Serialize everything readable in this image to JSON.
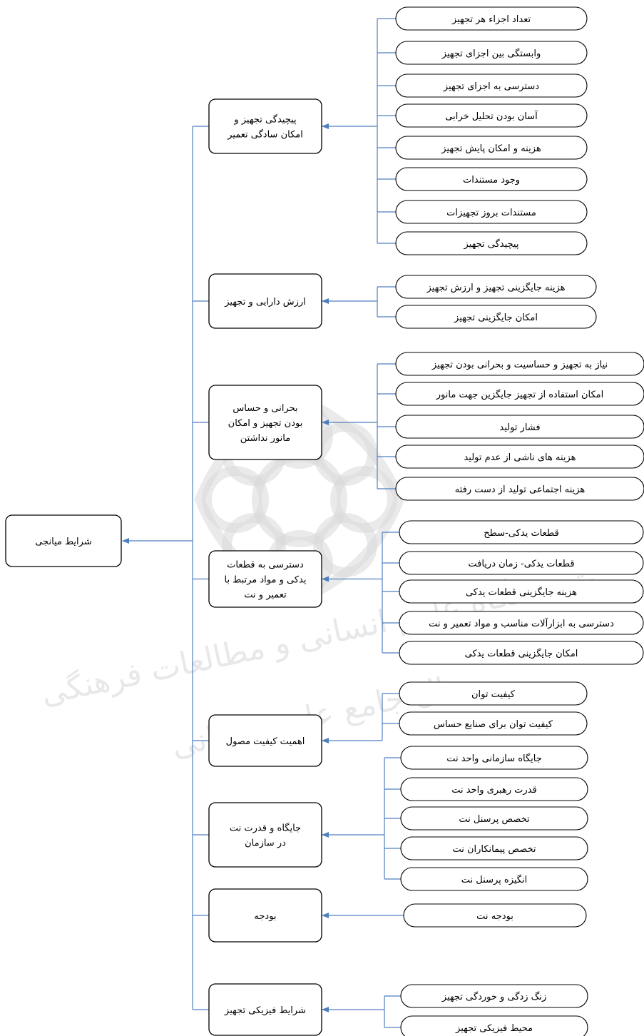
{
  "root": {
    "label": "شرایط میانجی"
  },
  "categories": [
    {
      "lines": [
        "پیچیدگی تجهیز و",
        "امکان سادگی تعمیر"
      ],
      "leaves": [
        "تعداد اجزاء هر تجهیز",
        "وابستگی بین اجزای تجهیز",
        "دسترسی به اجزای تجهیز",
        "آسان بودن تحلیل خرابی",
        "هزینه و امکان پایش تجهیز",
        "وجود مستندات",
        "مستندات بروز تجهیزات",
        "پیچیدگی تجهیز"
      ]
    },
    {
      "lines": [
        "ارزش دارایی و تجهیز"
      ],
      "leaves": [
        "هزینه جایگزینی تجهیز و ارزش تجهیز",
        "امکان جایگزینی تجهیز"
      ]
    },
    {
      "lines": [
        "بحرانی و حساس",
        "بودن تجهیز و امکان",
        "مانور نداشتن"
      ],
      "leaves": [
        "نیاز به تجهیز و حساسیت و بحرانی بودن تجهیز",
        "امکان استفاده از تجهیز جایگزین جهت مانور",
        "فشار تولید",
        "هزینه های ناشی از عدم تولید",
        "هزینه اجتماعی تولید از دست رفته"
      ]
    },
    {
      "lines": [
        "دسترسی به قطعات",
        "یدکی و مواد مرتبط با",
        "تعمیر و نت"
      ],
      "leaves": [
        "قطعات یدکی-سطح",
        "قطعات یدکی- زمان دریافت",
        "هزینه جایگزینی قطعات یدکی",
        "دسترسی به ابزارآلات مناسب و مواد تعمیر و نت",
        "امکان جایگزینی قطعات یدکی"
      ]
    },
    {
      "lines": [
        "اهمیت کیفیت مصول"
      ],
      "leaves": [
        "کیفیت توان",
        "کیفیت توان برای صنایع حساس"
      ]
    },
    {
      "lines": [
        "جایگاه و قدرت نت",
        "در سازمان"
      ],
      "leaves": [
        "جایگاه سازمانی واحد نت",
        "قدرت رهبری واحد نت",
        "تخصص پرسنل نت",
        "تخصص پیمانکاران نت",
        "انگیزه پرسنل نت"
      ]
    },
    {
      "lines": [
        "بودجه"
      ],
      "leaves": [
        "بودجه نت"
      ]
    },
    {
      "lines": [
        "شرایط فیزیکی تجهیز"
      ],
      "leaves": [
        "زنگ زدگی و خوردگی تجهیز",
        "محیط فیزیکی تجهیز"
      ]
    }
  ],
  "colors": {
    "connector": "#4f7fc0",
    "box_stroke": "#000000",
    "background": "#ffffff"
  }
}
